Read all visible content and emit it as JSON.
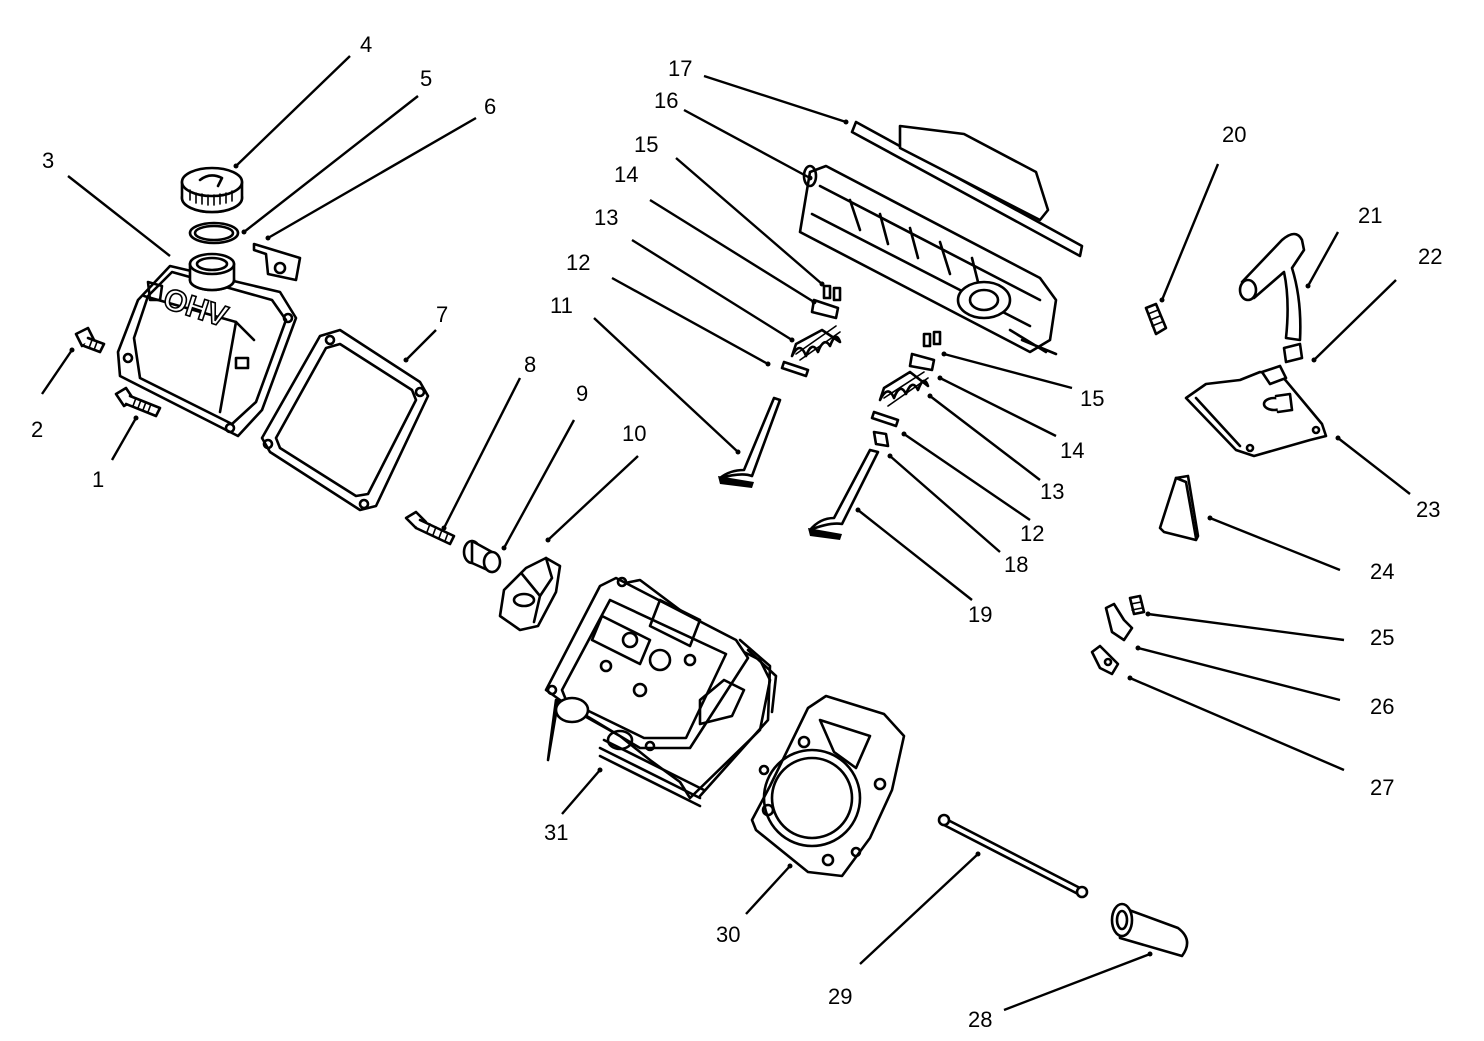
{
  "labels": [
    "1",
    "2",
    "3",
    "4",
    "5",
    "6",
    "7",
    "8",
    "9",
    "10",
    "11",
    "12",
    "13",
    "14",
    "15",
    "16",
    "17",
    "18",
    "19",
    "20",
    "21",
    "22",
    "23",
    "24",
    "25",
    "26",
    "27",
    "28",
    "29",
    "30",
    "31"
  ],
  "rocker_cover_text": "OHV",
  "colors": {
    "ink": "#000000",
    "background": "#ffffff"
  }
}
